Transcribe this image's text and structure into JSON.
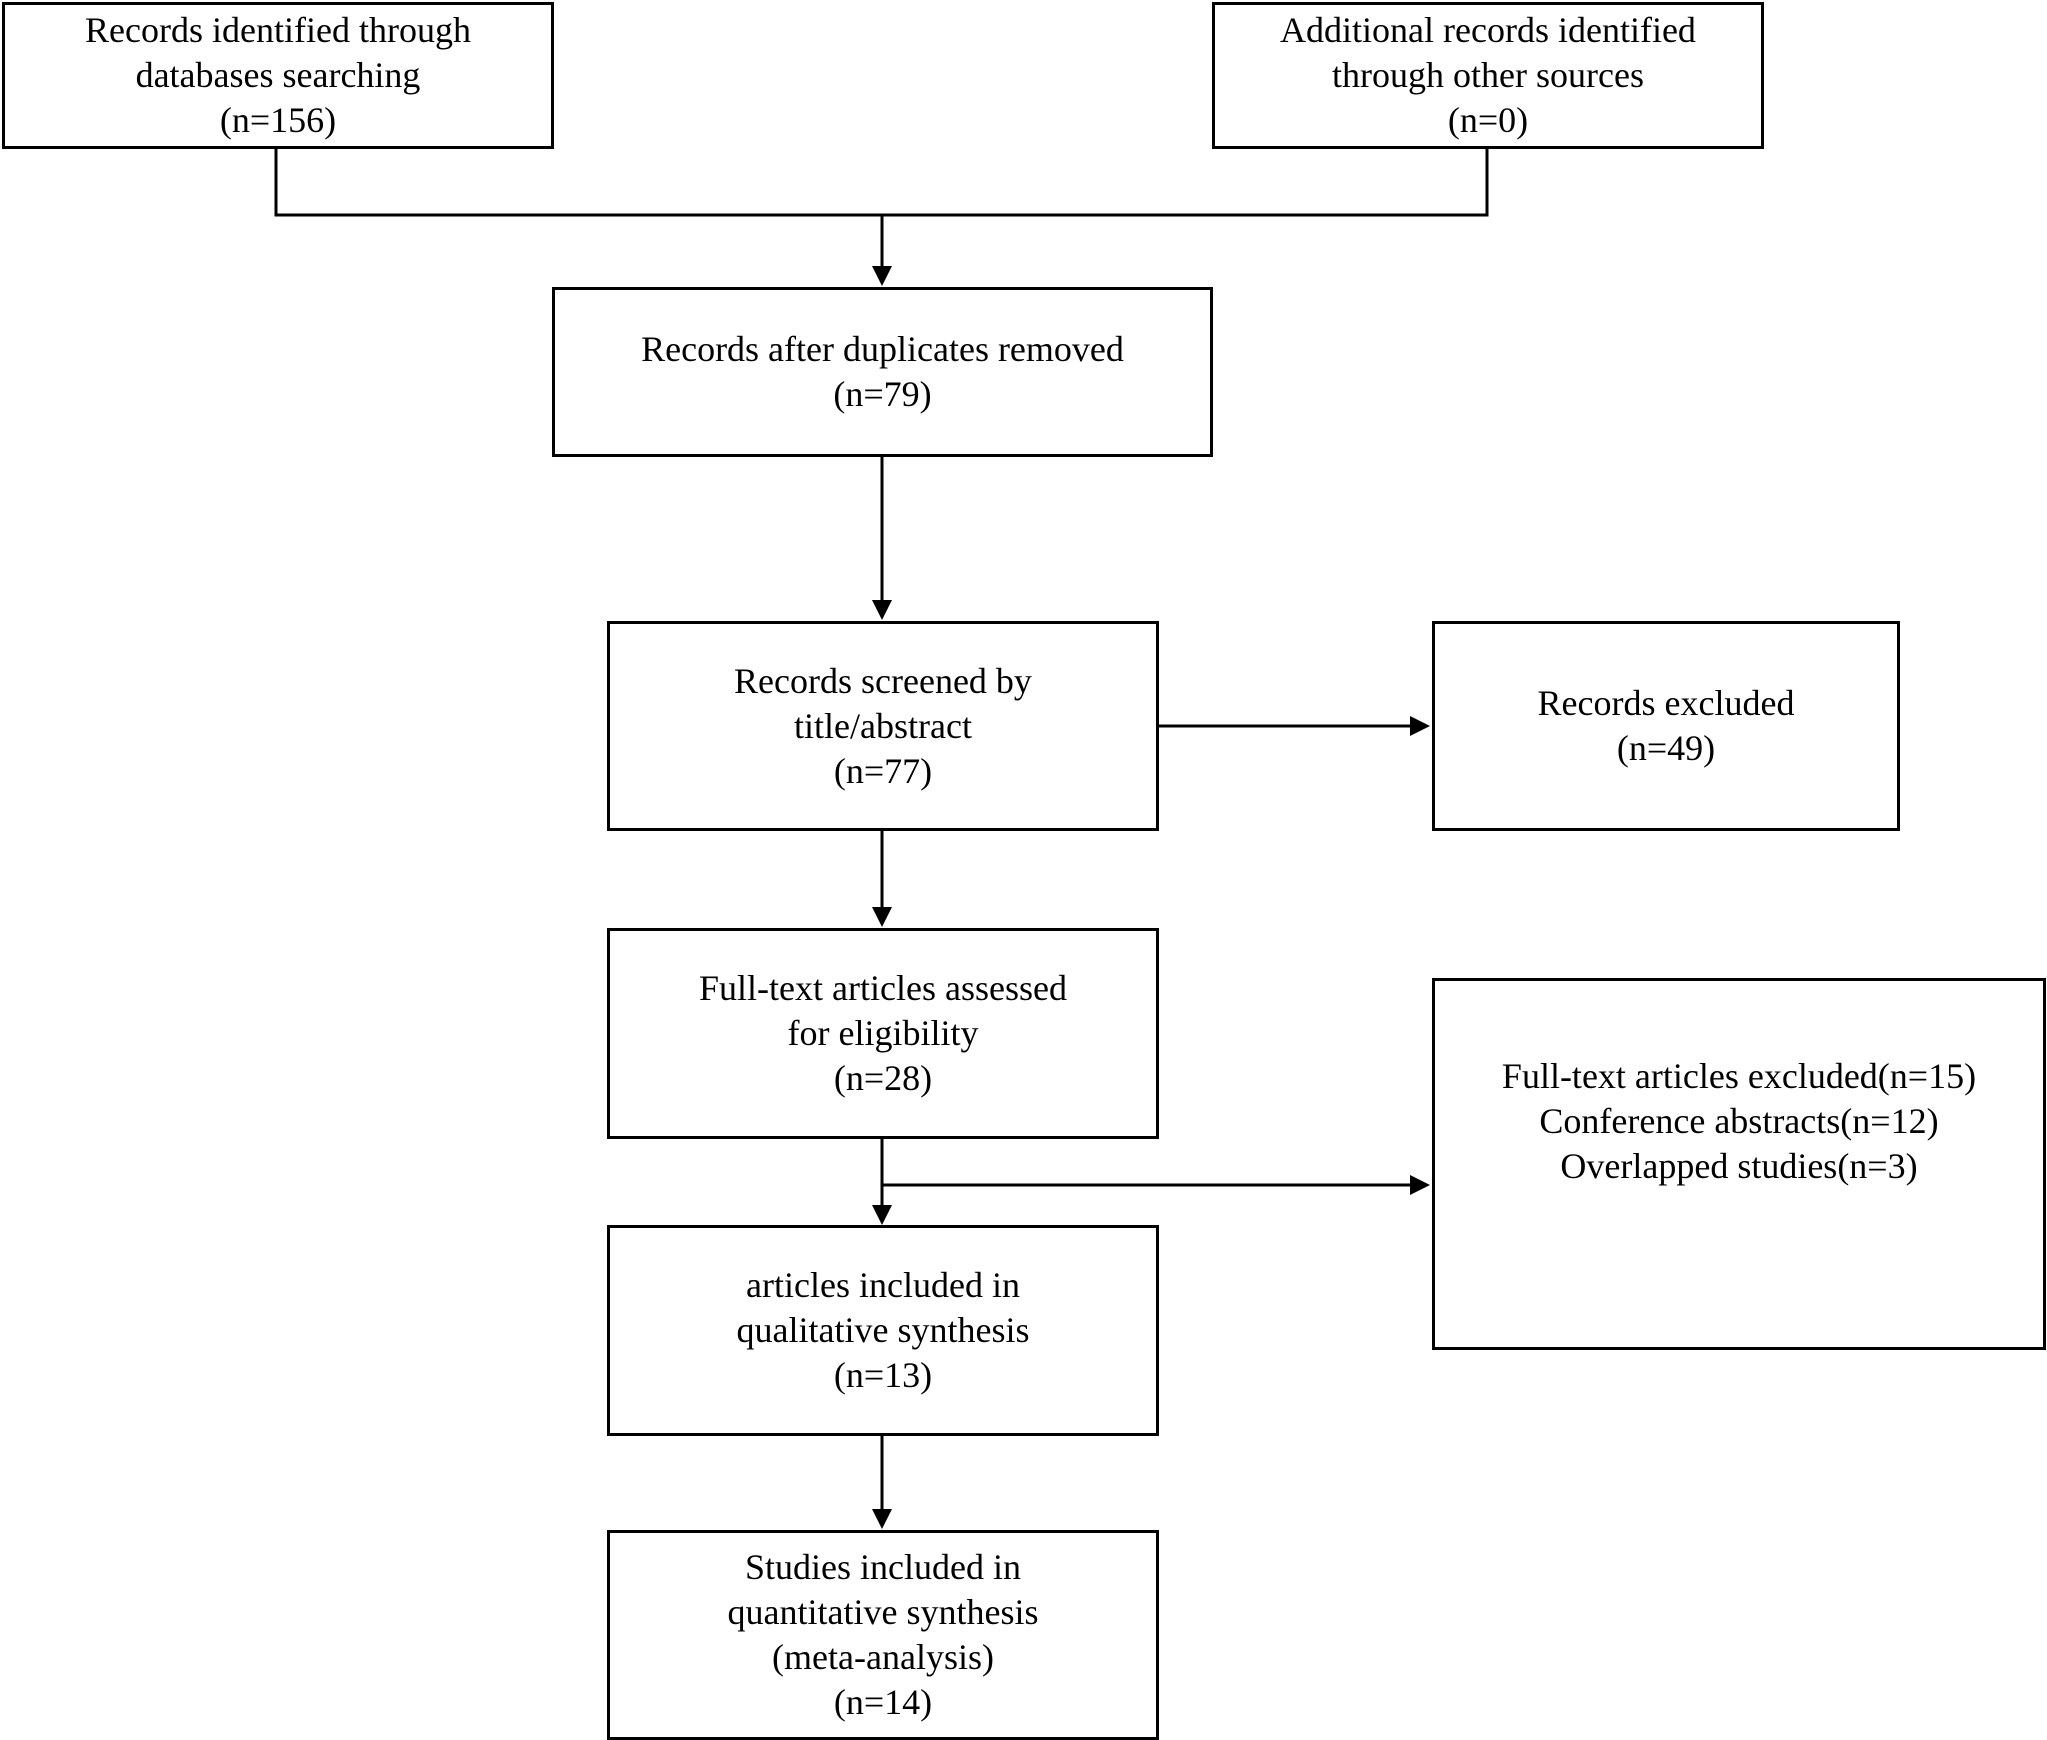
{
  "diagram": {
    "boxes": {
      "identified_databases": {
        "lines": [
          "Records identified through",
          "databases searching",
          "(n=156)"
        ]
      },
      "identified_other": {
        "lines": [
          "Additional records identified",
          "through other sources",
          "(n=0)"
        ]
      },
      "after_duplicates": {
        "lines": [
          "Records after duplicates removed",
          "(n=79)"
        ]
      },
      "screened": {
        "lines": [
          "Records screened by",
          "title/abstract",
          "(n=77)"
        ]
      },
      "excluded": {
        "lines": [
          "Records excluded",
          "(n=49)"
        ]
      },
      "full_text": {
        "lines": [
          "Full-text articles assessed",
          "for eligibility",
          "(n=28)"
        ]
      },
      "full_text_excluded": {
        "lines": [
          "Full-text articles excluded(n=15)",
          "Conference abstracts(n=12)",
          "Overlapped studies(n=3)"
        ]
      },
      "qualitative": {
        "lines": [
          "articles included in",
          "qualitative synthesis",
          "(n=13)"
        ]
      },
      "quantitative": {
        "lines": [
          "Studies included in",
          "quantitative synthesis",
          "(meta-analysis)",
          "(n=14)"
        ]
      }
    },
    "colors": {
      "stroke": "#000000",
      "background": "#ffffff"
    }
  }
}
